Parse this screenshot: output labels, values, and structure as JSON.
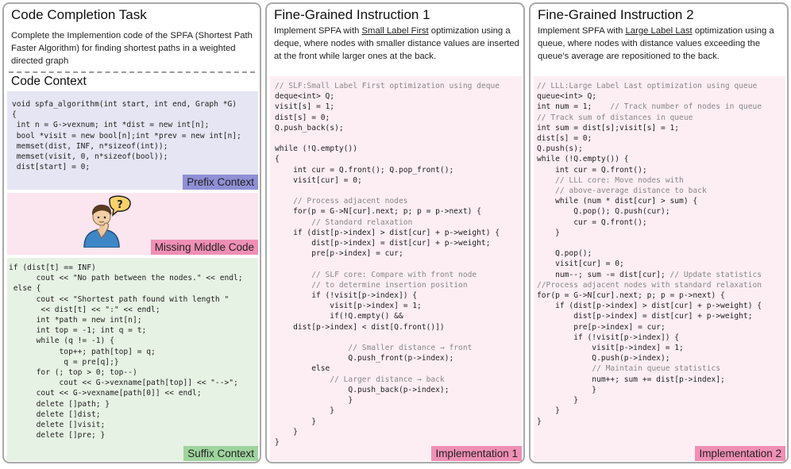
{
  "panel1": {
    "title": "Code Completion Task",
    "description": "Complete the Implemention code of the SPFA (Shortest Path Faster Algorithm) for finding shortest paths in a weighted directed graph",
    "context_heading": "Code Context",
    "prefix_label": "Prefix Context",
    "middle_label": "Missing Middle Code",
    "suffix_label": "Suffix Context"
  },
  "panel2": {
    "title": "Fine-Grained Instruction 1",
    "desc_pre": "Implement SPFA with ",
    "desc_key": "Small Label First",
    "desc_post": " optimization using a deque, where nodes with smaller distance values are inserted at the front while larger ones at the back.",
    "impl_label": "Implementation 1"
  },
  "panel3": {
    "title": "Fine-Grained Instruction 2",
    "desc_pre": "Implement SPFA with ",
    "desc_key": "Large Label Last",
    "desc_post": " optimization using a queue, where nodes with distance values exceeding the queue's average are repositioned to the back.",
    "impl_label": "Implementation 2"
  },
  "colors": {
    "prefix_bg": "#e5e5f3",
    "middle_bg": "#fbe5ee",
    "suffix_bg": "#e6f2e3",
    "code_bg": "#fdeef4",
    "prefix_tag": "#8f8fd6",
    "middle_tag": "#f08fb5",
    "suffix_tag": "#9fd49f"
  },
  "icons": [
    "thinking-person-icon",
    "question-bubble-icon"
  ]
}
